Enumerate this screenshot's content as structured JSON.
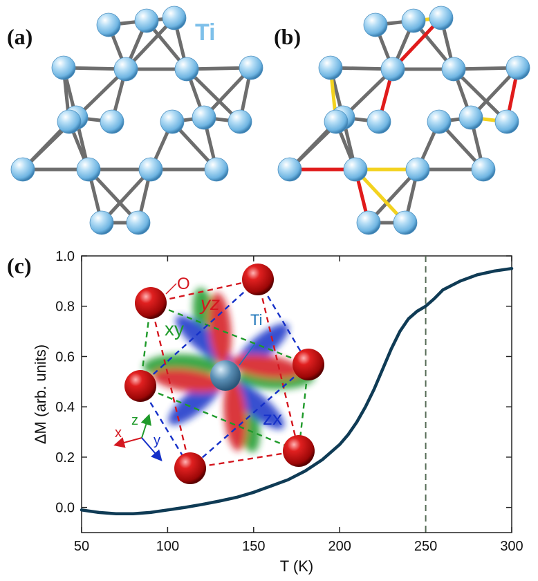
{
  "panels": {
    "a_label": "(a)",
    "b_label": "(b)",
    "c_label": "(c)"
  },
  "element_label": "Ti",
  "colors": {
    "ti_atom": "#7ec0ea",
    "bond_gray": "#6d6d6d",
    "bond_red": "#e01b1b",
    "bond_yellow": "#f3d21f",
    "curve": "#0f3b55",
    "vline": "#556b55",
    "o_atom": "#c80d0d",
    "xy": "#1f9a2a",
    "yz": "#d4171f",
    "zx": "#1530c8"
  },
  "inset": {
    "o_label": "O",
    "ti_label": "Ti",
    "yz_label": "yz",
    "xy_label": "xy",
    "zx_label": "zx",
    "axis_x": "x",
    "axis_y": "y",
    "axis_z": "z"
  },
  "chart_data": {
    "type": "line",
    "xlabel": "T (K)",
    "ylabel": "ΔM (arb. units)",
    "xlim": [
      50,
      300
    ],
    "ylim": [
      -0.1,
      1.0
    ],
    "xticks": [
      "50",
      "100",
      "150",
      "200",
      "250",
      "300"
    ],
    "yticks": [
      "0.0",
      "0.2",
      "0.4",
      "0.6",
      "0.8",
      "1.0"
    ],
    "vline_x": 250,
    "series": [
      {
        "x": [
          50,
          60,
          70,
          80,
          90,
          100,
          110,
          120,
          130,
          140,
          150,
          160,
          170,
          180,
          190,
          200,
          205,
          210,
          215,
          220,
          225,
          230,
          235,
          240,
          245,
          250,
          255,
          260,
          270,
          280,
          290,
          300
        ],
        "values": [
          -0.01,
          -0.02,
          -0.025,
          -0.025,
          -0.02,
          -0.01,
          0.0,
          0.012,
          0.025,
          0.04,
          0.06,
          0.085,
          0.11,
          0.145,
          0.19,
          0.25,
          0.29,
          0.34,
          0.4,
          0.47,
          0.55,
          0.63,
          0.7,
          0.75,
          0.78,
          0.8,
          0.83,
          0.865,
          0.9,
          0.925,
          0.94,
          0.95
        ]
      }
    ]
  }
}
